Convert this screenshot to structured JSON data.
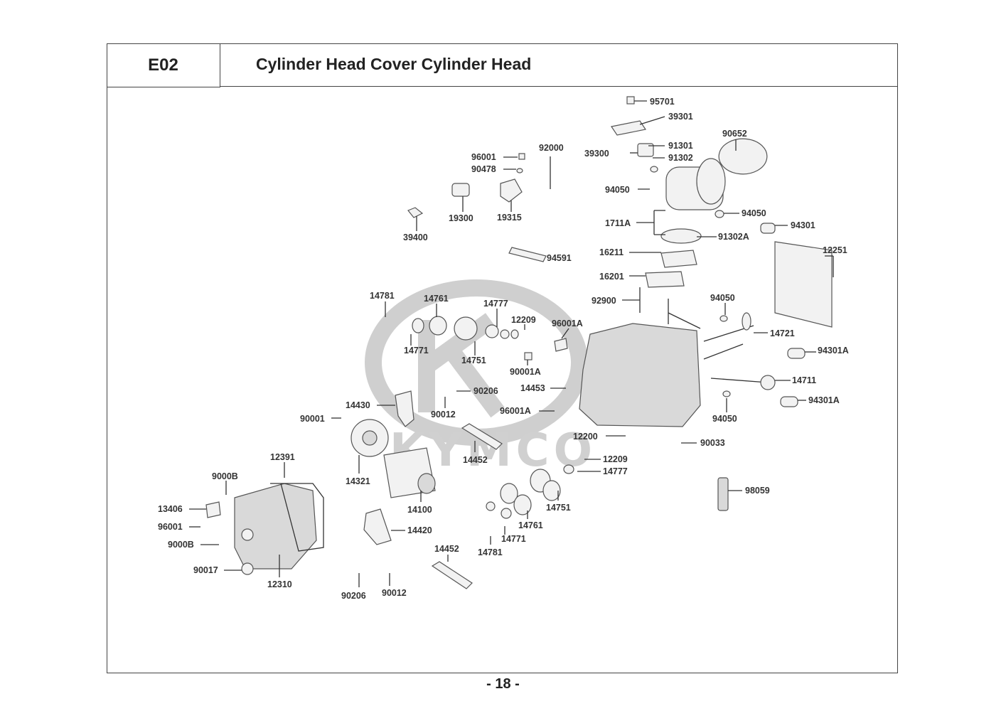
{
  "header": {
    "section_code": "E02",
    "title": "Cylinder Head Cover  Cylinder Head"
  },
  "watermark": {
    "text": "KYMCO",
    "color": "#d0d0d0"
  },
  "footer": {
    "page_number": "- 18 -"
  },
  "callouts": [
    "95701",
    "39301",
    "91301",
    "39300",
    "91302",
    "90652",
    "92000",
    "96001",
    "90478",
    "19300",
    "19315",
    "39400",
    "94050",
    "94050",
    "1711A",
    "91302A",
    "94301",
    "94591",
    "16211",
    "12251",
    "16201",
    "92900",
    "94050",
    "14781",
    "14761",
    "14777",
    "12209",
    "96001A",
    "14771",
    "14751",
    "14721",
    "94301A",
    "90001A",
    "14711",
    "14453",
    "90206",
    "90012",
    "94301A",
    "14430",
    "96001A",
    "94050",
    "90001",
    "12200",
    "90033",
    "12209",
    "14777",
    "14452",
    "12391",
    "14321",
    "98059",
    "9000B",
    "14751",
    "13406",
    "14100",
    "96001",
    "14420",
    "14761",
    "14771",
    "9000B",
    "14452",
    "14781",
    "90017",
    "12310",
    "90206",
    "90012"
  ]
}
